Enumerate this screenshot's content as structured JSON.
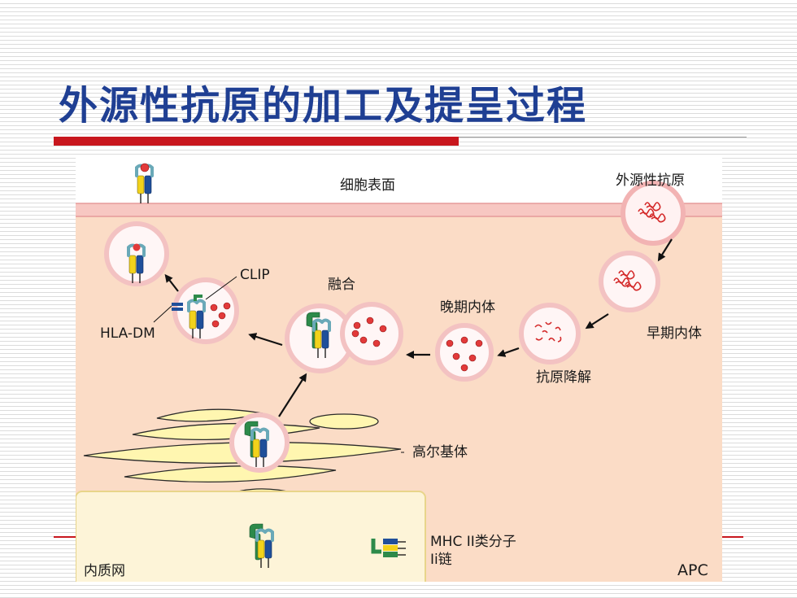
{
  "slide": {
    "title": "外源性抗原的加工及提呈过程"
  },
  "labels": {
    "cell_surface": "细胞表面",
    "exogenous_antigen": "外源性抗原",
    "clip": "CLIP",
    "hla_dm": "HLA-DM",
    "fusion": "融合",
    "late_endosome": "晚期内体",
    "early_endosome": "早期内体",
    "antigen_degradation": "抗原降解",
    "golgi": "高尔基体",
    "mhc_ii": "MHC  II类分子",
    "ii_chain": "Ii链",
    "er": "内质网",
    "apc": "APC"
  },
  "colors": {
    "title": "#1f3f93",
    "accent_bar": "#c8171e",
    "cytoplasm": "#fbdcc6",
    "membrane": "#f4b8b8",
    "er": "#fdf4d8",
    "golgi": "#fff6b0",
    "mhc_green": "#2d8a4a",
    "mhc_blue": "#1f4f9a",
    "mhc_yellow": "#f2d21b",
    "mhc_teal": "#6aa9b8",
    "antigen": "#e23a3a"
  }
}
